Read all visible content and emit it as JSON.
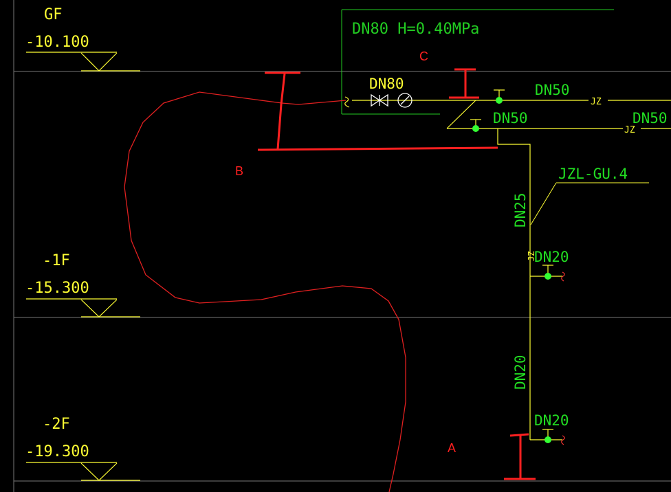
{
  "levels": [
    {
      "name": "GF",
      "elevation": "-10.100"
    },
    {
      "name": "-1F",
      "elevation": "-15.300"
    },
    {
      "name": "-2F",
      "elevation": "-19.300"
    }
  ],
  "main_pipe": {
    "top_note": "DN80 H=0.40MPa",
    "valve_size": "DN80",
    "branch1_size": "DN50",
    "branch2_size": "DN50",
    "right_size": "DN50",
    "pipe_code1": "JZ",
    "pipe_code2": "JZ"
  },
  "riser": {
    "label": "JZL-GU.4",
    "vertical_size1": "DN25",
    "code": "JZ",
    "tap1_size": "DN20",
    "vertical_size2": "DN20",
    "tap2_size": "DN20"
  },
  "annotations": {
    "a": "A",
    "b": "B",
    "c": "C"
  },
  "colors": {
    "background": "#000000",
    "level_line": "#808080",
    "cad_yellow": "#ffff33",
    "cad_green": "#22dd22",
    "markup_red": "#ff2020",
    "note_frame": "#22cc22",
    "valve_white": "#ffffff",
    "node_green": "#33ff33"
  }
}
